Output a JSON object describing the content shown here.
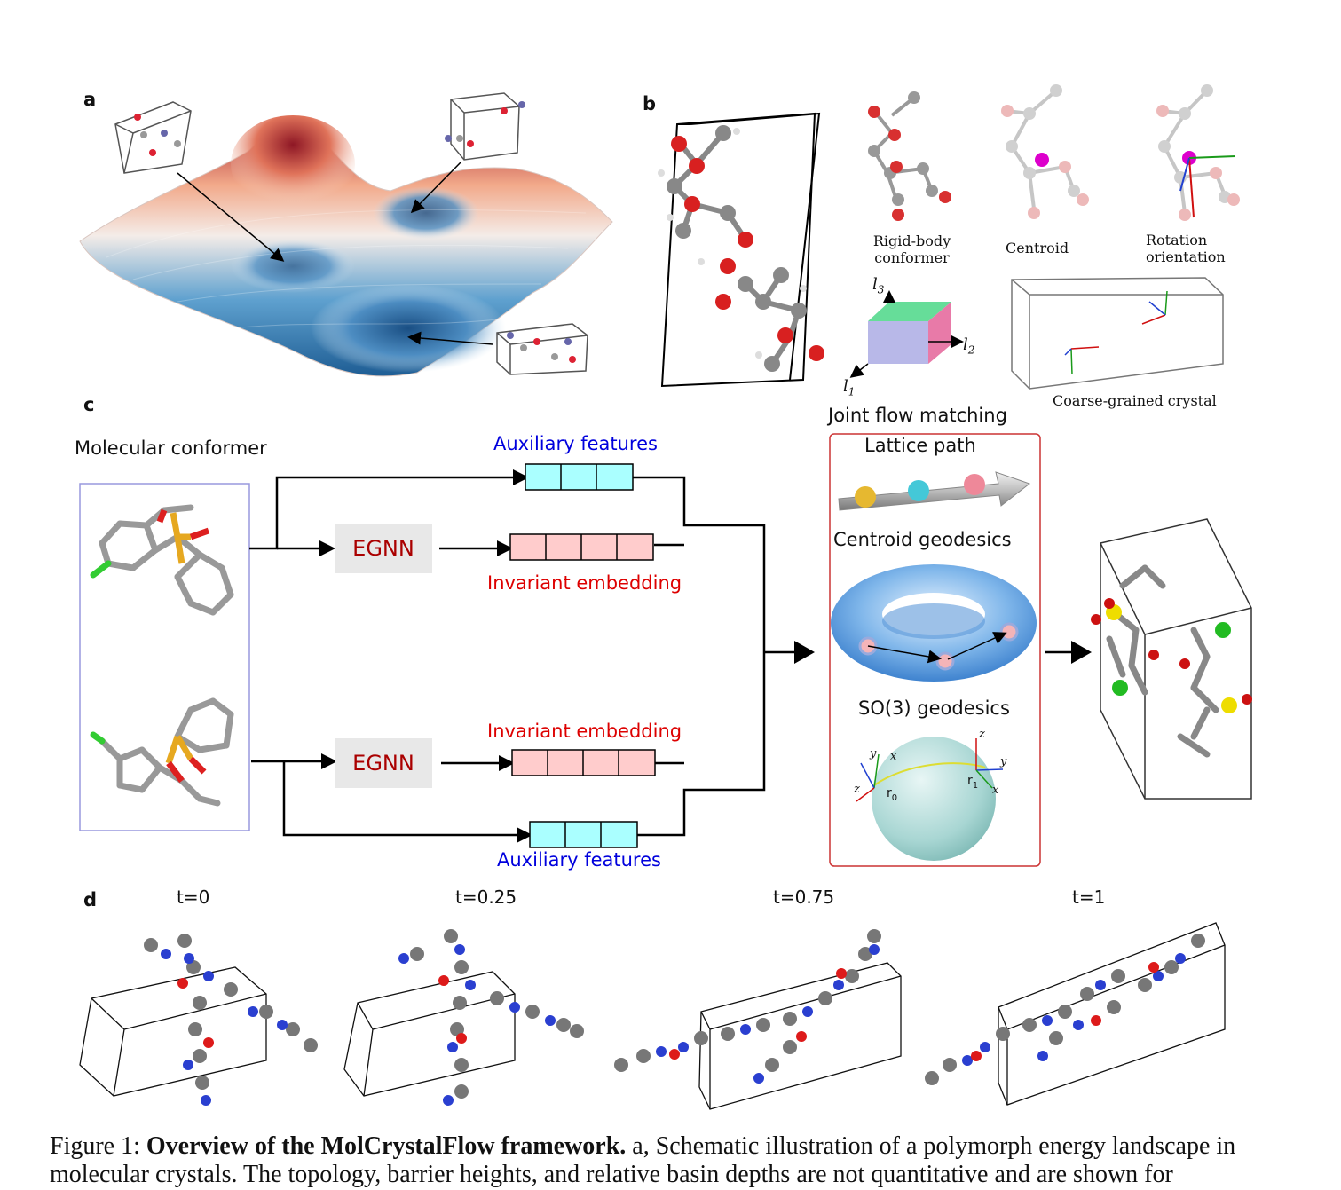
{
  "panels": {
    "a": "a",
    "b": "b",
    "c": "c",
    "d": "d"
  },
  "panel_b": {
    "rigid_body_1": "Rigid-body",
    "rigid_body_2": "conformer",
    "centroid": "Centroid",
    "rotation_1": "Rotation",
    "rotation_2": "orientation",
    "l3": "l",
    "l3_sub": "3",
    "l2": "l",
    "l2_sub": "2",
    "l1": "l",
    "l1_sub": "1",
    "coarse": "Coarse-grained  crystal"
  },
  "panel_c": {
    "molecular_conformer": "Molecular conformer",
    "aux_top": "Auxiliary features",
    "inv_top": "Invariant embedding",
    "inv_bottom": "Invariant embedding",
    "aux_bottom": "Auxiliary features",
    "egnn_top": "EGNN",
    "egnn_bottom": "EGNN",
    "joint": "Joint flow matching",
    "lattice": "Lattice path",
    "centroid_geo": "Centroid geodesics",
    "so3": "SO(3) geodesics",
    "r0": "r",
    "r0_sub": "0",
    "r1": "r",
    "r1_sub": "1",
    "ax_x": "x",
    "ax_y": "y",
    "ax_z": "z"
  },
  "panel_d": {
    "times": [
      "t=0",
      "t=0.25",
      "t=0.75",
      "t=1"
    ]
  },
  "caption": {
    "prefix": "Figure 1: ",
    "bold": "Overview of the MolCrystalFlow framework.",
    "rest": " a, Schematic illustration of a polymorph energy landscape in molecular crystals. The topology, barrier heights, and relative basin depths are not quantitative and are shown for"
  },
  "colors": {
    "aux_fill": "#aaffff",
    "inv_fill": "#ffcccc",
    "aux_text": "#0000dd",
    "inv_text": "#dd0000",
    "egnn_text": "#aa0000",
    "egnn_bg": "#e8e8e8",
    "joint_border": "#cc3333",
    "conformer_border": "#9999dd"
  }
}
